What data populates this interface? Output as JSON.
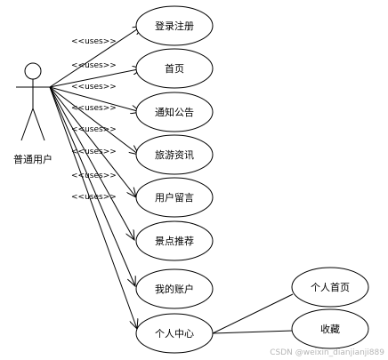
{
  "actor": {
    "label": "普通用户"
  },
  "relation_label": "<<uses>>",
  "use_cases": [
    {
      "id": "login",
      "label": "登录注册"
    },
    {
      "id": "home",
      "label": "首页"
    },
    {
      "id": "notice",
      "label": "通知公告"
    },
    {
      "id": "travel",
      "label": "旅游资讯"
    },
    {
      "id": "message",
      "label": "用户留言"
    },
    {
      "id": "spots",
      "label": "景点推荐"
    },
    {
      "id": "account",
      "label": "我的账户"
    },
    {
      "id": "center",
      "label": "个人中心"
    }
  ],
  "sub_cases": [
    {
      "id": "personal-home",
      "label": "个人首页"
    },
    {
      "id": "favorites",
      "label": "收藏"
    }
  ],
  "watermark": "CSDN @weixin_dianjianji889"
}
